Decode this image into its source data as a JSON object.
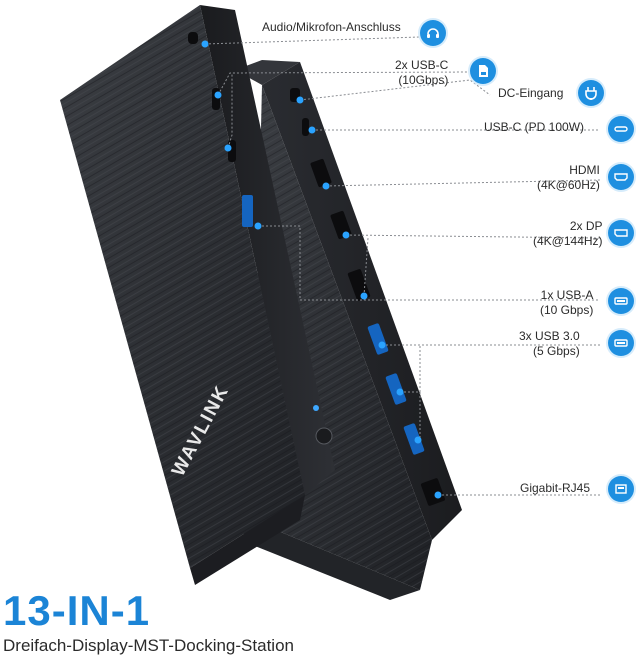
{
  "product": {
    "headline": "13-IN-1",
    "subtitle": "Dreifach-Display-MST-Docking-Station",
    "brand_logo": "WAVLINK"
  },
  "ports": [
    {
      "id": "audio",
      "line1": "Audio/Mikrofon-Anschluss",
      "line2": "",
      "icon": "headset-icon"
    },
    {
      "id": "usbc-10g",
      "line1": "2x USB-C",
      "line2": "(10Gbps)",
      "icon": "sd-card-icon"
    },
    {
      "id": "dc-in",
      "line1": "DC-Eingang",
      "line2": "",
      "icon": "power-plug-icon"
    },
    {
      "id": "usbc-pd",
      "line1": "USB-C (PD 100W)",
      "line2": "",
      "icon": "usb-c-icon"
    },
    {
      "id": "hdmi",
      "line1": "HDMI",
      "line2": "(4K@60Hz)",
      "icon": "hdmi-icon"
    },
    {
      "id": "dp",
      "line1": "2x DP",
      "line2": "(4K@144Hz)",
      "icon": "displayport-icon"
    },
    {
      "id": "usba-10g",
      "line1": "1x USB-A",
      "line2": "(10 Gbps)",
      "icon": "usb-a-icon"
    },
    {
      "id": "usb30",
      "line1": "3x USB 3.0",
      "line2": "(5 Gbps)",
      "icon": "usb-a-icon"
    },
    {
      "id": "rj45",
      "line1": "Gigabit-RJ45",
      "line2": "",
      "icon": "ethernet-icon"
    }
  ],
  "colors": {
    "accent": "#1e8fe0",
    "headline": "#1b84d6",
    "device": "#2a2c30"
  }
}
